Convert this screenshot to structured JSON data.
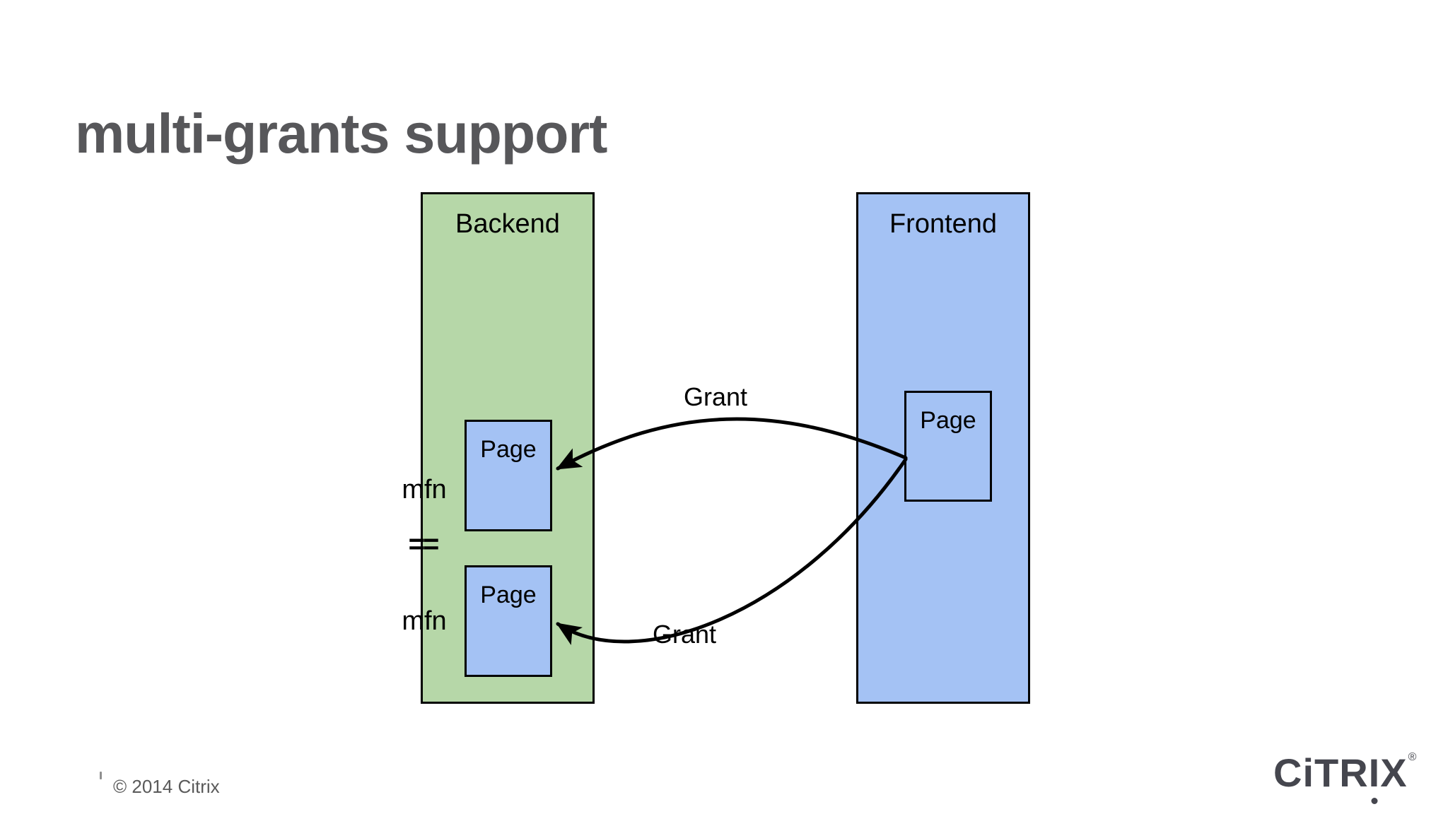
{
  "slide": {
    "title": "multi-grants support",
    "copyright": "© 2014 Citrix",
    "logo": {
      "part_c": "C",
      "part_i": "i",
      "part_tr": "TR",
      "part_inv_i": "I",
      "part_x": "X",
      "registered": "®"
    }
  },
  "diagram": {
    "backend": {
      "label": "Backend",
      "fill": "#b6d7a8",
      "pages": [
        {
          "label": "Page"
        },
        {
          "label": "Page"
        }
      ]
    },
    "frontend": {
      "label": "Frontend",
      "fill": "#a4c2f4",
      "pages": [
        {
          "label": "Page"
        }
      ]
    },
    "labels": {
      "mfn_top": "mfn",
      "equality": "==",
      "mfn_bottom": "mfn",
      "grant_top": "Grant",
      "grant_bottom": "Grant"
    },
    "colors": {
      "page_fill": "#a4c2f4",
      "arrow_stroke": "#000000"
    }
  }
}
